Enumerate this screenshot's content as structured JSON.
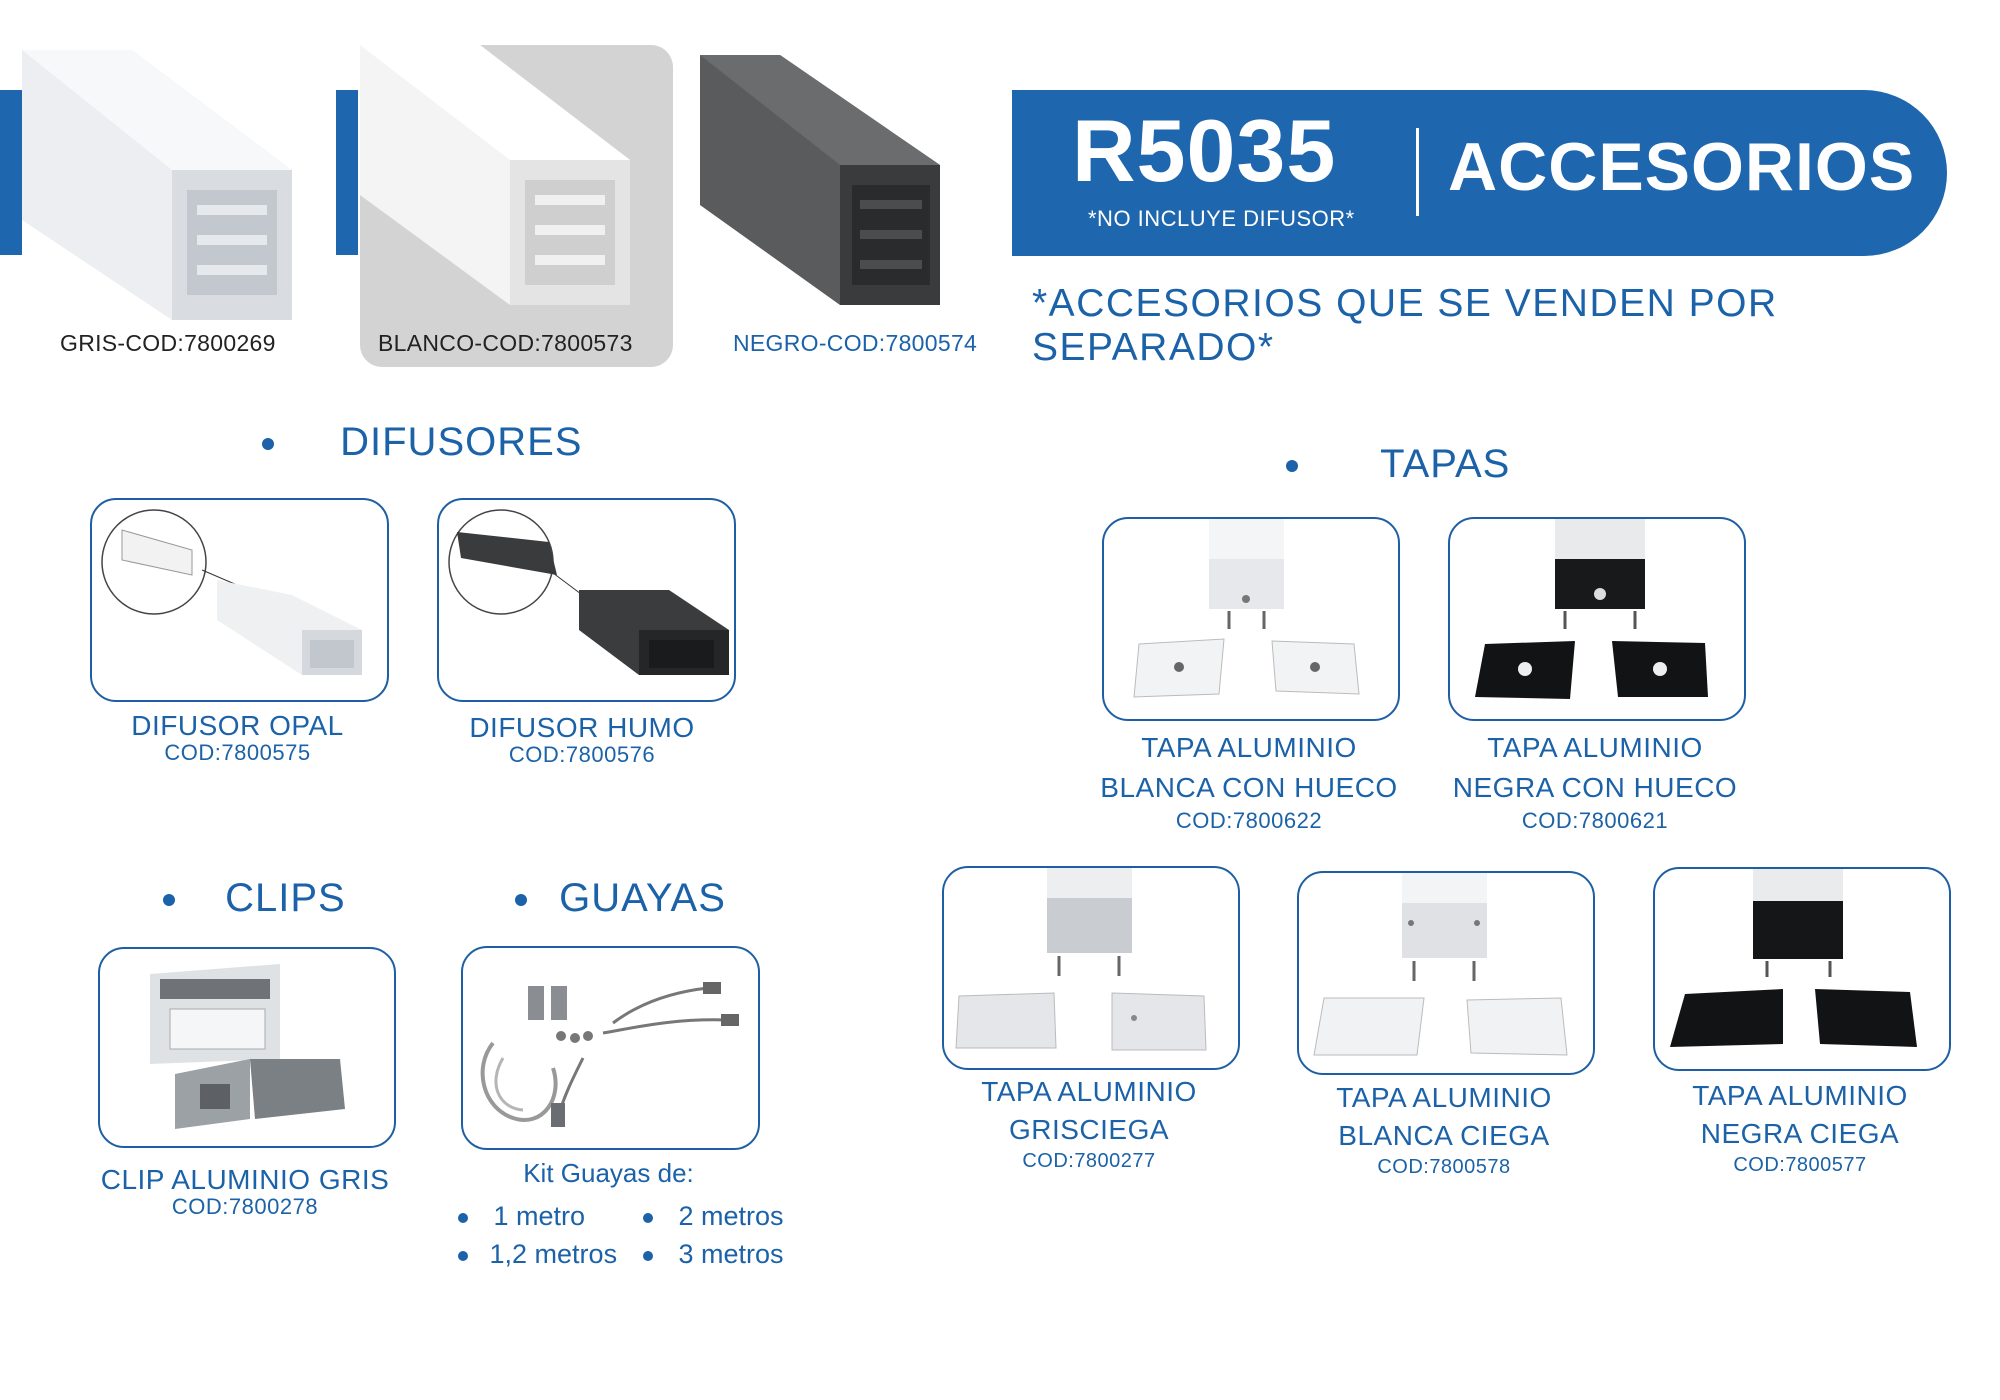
{
  "header": {
    "model": "R5035",
    "note": "*NO INCLUYE DIFUSOR*",
    "title": "ACCESORIOS",
    "subtitle": "*ACCESORIOS QUE SE VENDEN POR SEPARADO*",
    "colors": {
      "primary": "#1e66ad",
      "text": "#1b62a8"
    }
  },
  "profiles": [
    {
      "label": "GRIS-COD:7800269"
    },
    {
      "label": "BLANCO-COD:7800573"
    },
    {
      "label": "NEGRO-COD:7800574"
    }
  ],
  "sections": {
    "difusores": "DIFUSORES",
    "tapas": "TAPAS",
    "clips": "CLIPS",
    "guayas": "GUAYAS"
  },
  "difusores": [
    {
      "name": "DIFUSOR OPAL",
      "code": "COD:7800575"
    },
    {
      "name": "DIFUSOR HUMO",
      "code": "COD:7800576"
    }
  ],
  "clips": [
    {
      "name": "CLIP ALUMINIO GRIS",
      "code": "COD:7800278"
    }
  ],
  "guayas": {
    "title": "Kit Guayas de:",
    "options": [
      "1 metro",
      "2 metros",
      "1,2 metros",
      "3 metros"
    ]
  },
  "tapas": [
    {
      "line1": "TAPA ALUMINIO",
      "line2": "BLANCA CON HUECO",
      "code": "COD:7800622"
    },
    {
      "line1": "TAPA ALUMINIO",
      "line2": "NEGRA CON HUECO",
      "code": "COD:7800621"
    },
    {
      "line1": "TAPA ALUMINIO",
      "line2": "GRISCIEGA",
      "code": "COD:7800277"
    },
    {
      "line1": "TAPA ALUMINIO",
      "line2": "BLANCA CIEGA",
      "code": "COD:7800578"
    },
    {
      "line1": "TAPA ALUMINIO",
      "line2": "NEGRA CIEGA",
      "code": "COD:7800577"
    }
  ]
}
